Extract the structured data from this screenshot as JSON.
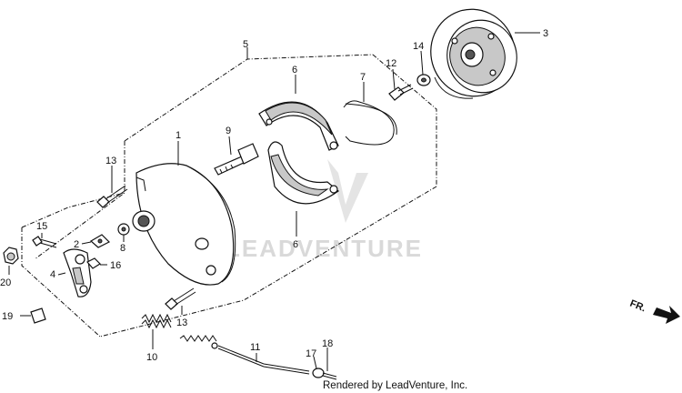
{
  "labels": {
    "p1": "1",
    "p2": "2",
    "p3": "3",
    "p4": "4",
    "p5": "5",
    "p6a": "6",
    "p6b": "6",
    "p7": "7",
    "p8": "8",
    "p9": "9",
    "p10": "10",
    "p11": "11",
    "p12": "12",
    "p13a": "13",
    "p13b": "13",
    "p14": "14",
    "p15": "15",
    "p16": "16",
    "p17": "17",
    "p18": "18",
    "p19": "19",
    "p20": "20"
  },
  "direction_label": "FR.",
  "watermark": "LEADVENTURE",
  "footer": "Rendered by LeadVenture, Inc."
}
